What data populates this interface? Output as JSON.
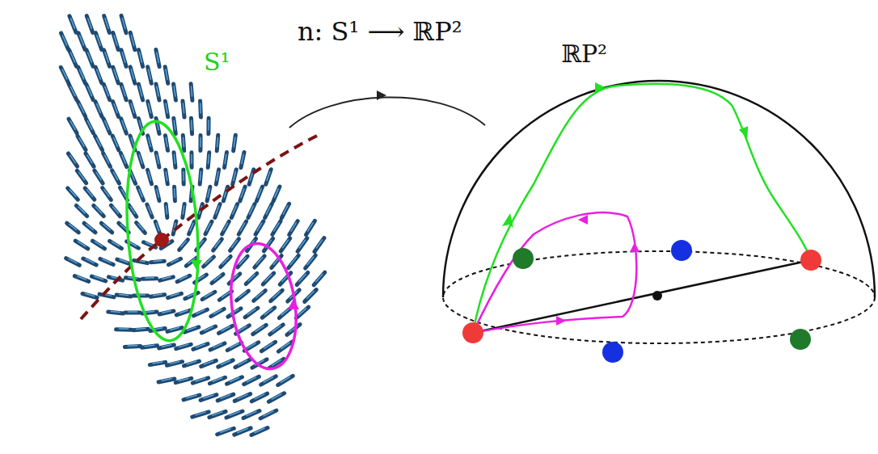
{
  "diagram": {
    "labels": [
      "n: S¹ ⟶ ℝP²",
      "S¹",
      "ℝP²"
    ]
  }
}
